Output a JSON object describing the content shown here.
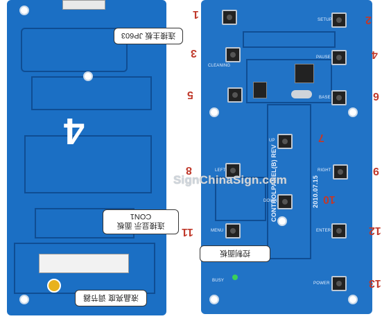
{
  "left_board": {
    "big_digit": "4",
    "callouts": {
      "top": "连接主板 JP603",
      "middle": "连接显示 面板CON1",
      "bottom": "液晶亮度 调节器"
    }
  },
  "right_board": {
    "silk": {
      "setup": "SETUP",
      "pause": "PAUSE",
      "cleaning": "CLEANING",
      "base": "BASE",
      "up": "UP",
      "right": "RIGHT",
      "left": "LEFT",
      "down": "DOWN",
      "enter": "ENTER",
      "menu": "MENU",
      "power": "POWER",
      "busy": "BUSY",
      "panel": "CONTROLPANEL(B) REV",
      "date": "2010.07.15"
    },
    "callout": "控制面板",
    "numbers": [
      "1",
      "2",
      "3",
      "4",
      "5",
      "6",
      "7",
      "8",
      "9",
      "10",
      "11",
      "12",
      "13"
    ]
  },
  "watermark": {
    "text_a": "SignChina",
    "text_b": "Sign",
    "text_c": ".com"
  },
  "colors": {
    "pcb": "#1f6fc0",
    "marker": "#c0392b"
  }
}
